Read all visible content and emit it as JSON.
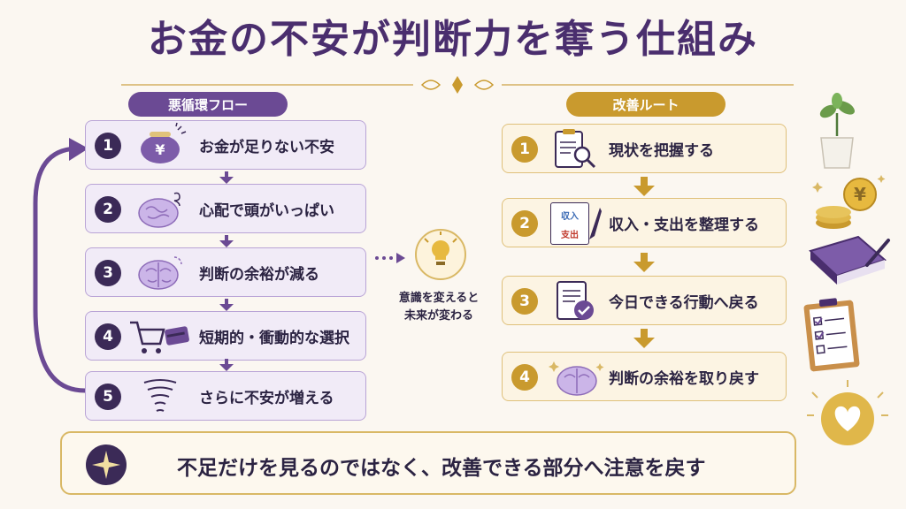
{
  "title": "お金の不安が判断力を奪う仕組み",
  "vicious": {
    "label": "悪循環フロー",
    "steps": [
      {
        "num": "1",
        "text": "お金が足りない不安",
        "icon": "wallet-yen-icon"
      },
      {
        "num": "2",
        "text": "心配で頭がいっぱい",
        "icon": "worried-brain-icon"
      },
      {
        "num": "3",
        "text": "判断の余裕が減る",
        "icon": "brain-icon"
      },
      {
        "num": "4",
        "text": "短期的・衝動的な選択",
        "icon": "cart-card-icon"
      },
      {
        "num": "5",
        "text": "さらに不安が増える",
        "icon": "tornado-icon"
      }
    ]
  },
  "middle": {
    "line1": "意識を変えると",
    "line2": "未来が変わる",
    "icon": "lightbulb-icon"
  },
  "improve": {
    "label": "改善ルート",
    "steps": [
      {
        "num": "1",
        "text": "現状を把握する",
        "icon": "clipboard-search-icon"
      },
      {
        "num": "2",
        "text": "収入・支出を整理する",
        "icon": "notebook-pen-icon",
        "tag1": "収入",
        "tag2": "支出"
      },
      {
        "num": "3",
        "text": "今日できる行動へ戻る",
        "icon": "checklist-icon"
      },
      {
        "num": "4",
        "text": "判断の余裕を取り戻す",
        "icon": "sparkle-brain-icon"
      }
    ]
  },
  "bottom": {
    "text": "不足だけを見るのではなく、改善できる部分へ注意を戻す",
    "icon": "sparkle-icon"
  },
  "colors": {
    "purple": "#6b4a94",
    "dark_purple": "#3b2a57",
    "gold": "#c99a2e",
    "background": "#fbf7f1"
  }
}
